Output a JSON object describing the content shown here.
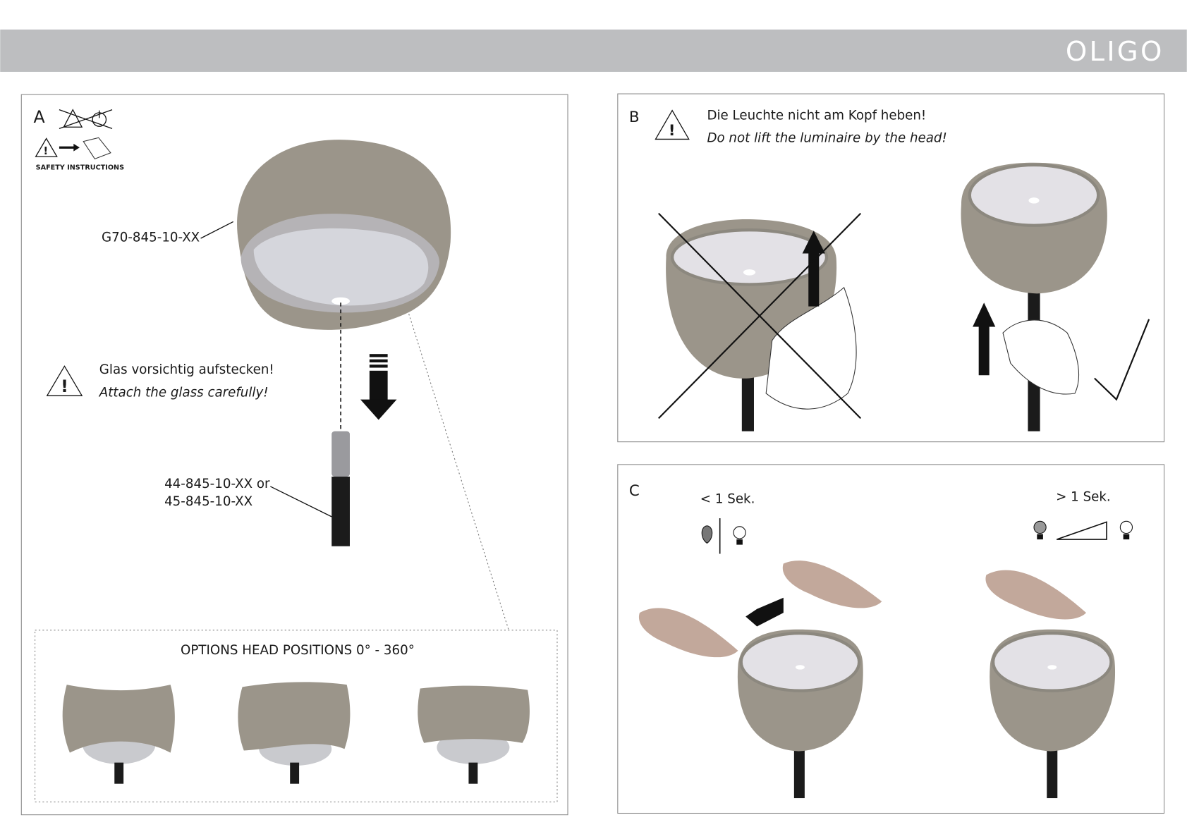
{
  "header": {
    "brand": "OLIGO",
    "bar_color": "#bdbec0"
  },
  "panel_a": {
    "letter": "A",
    "safety_label": "SAFETY INSTRUCTIONS",
    "head_part": "G70-845-10-XX",
    "warning_de": "Glas vorsichtig aufstecken!",
    "warning_en": "Attach the glass carefully!",
    "stem_part_1": "44-845-10-XX or",
    "stem_part_2": "45-845-10-XX",
    "options_title": "OPTIONS HEAD POSITIONS  0° - 360°"
  },
  "panel_b": {
    "letter": "B",
    "warning_de": "Die Leuchte nicht am Kopf heben!",
    "warning_en": "Do not lift the luminaire by the head!"
  },
  "panel_c": {
    "letter": "C",
    "short_press": "< 1 Sek.",
    "long_press": "> 1 Sek."
  },
  "colors": {
    "lamp": "#9b958a",
    "lamp_inner": "#e3e1e6",
    "stem": "#1b1b1b"
  }
}
